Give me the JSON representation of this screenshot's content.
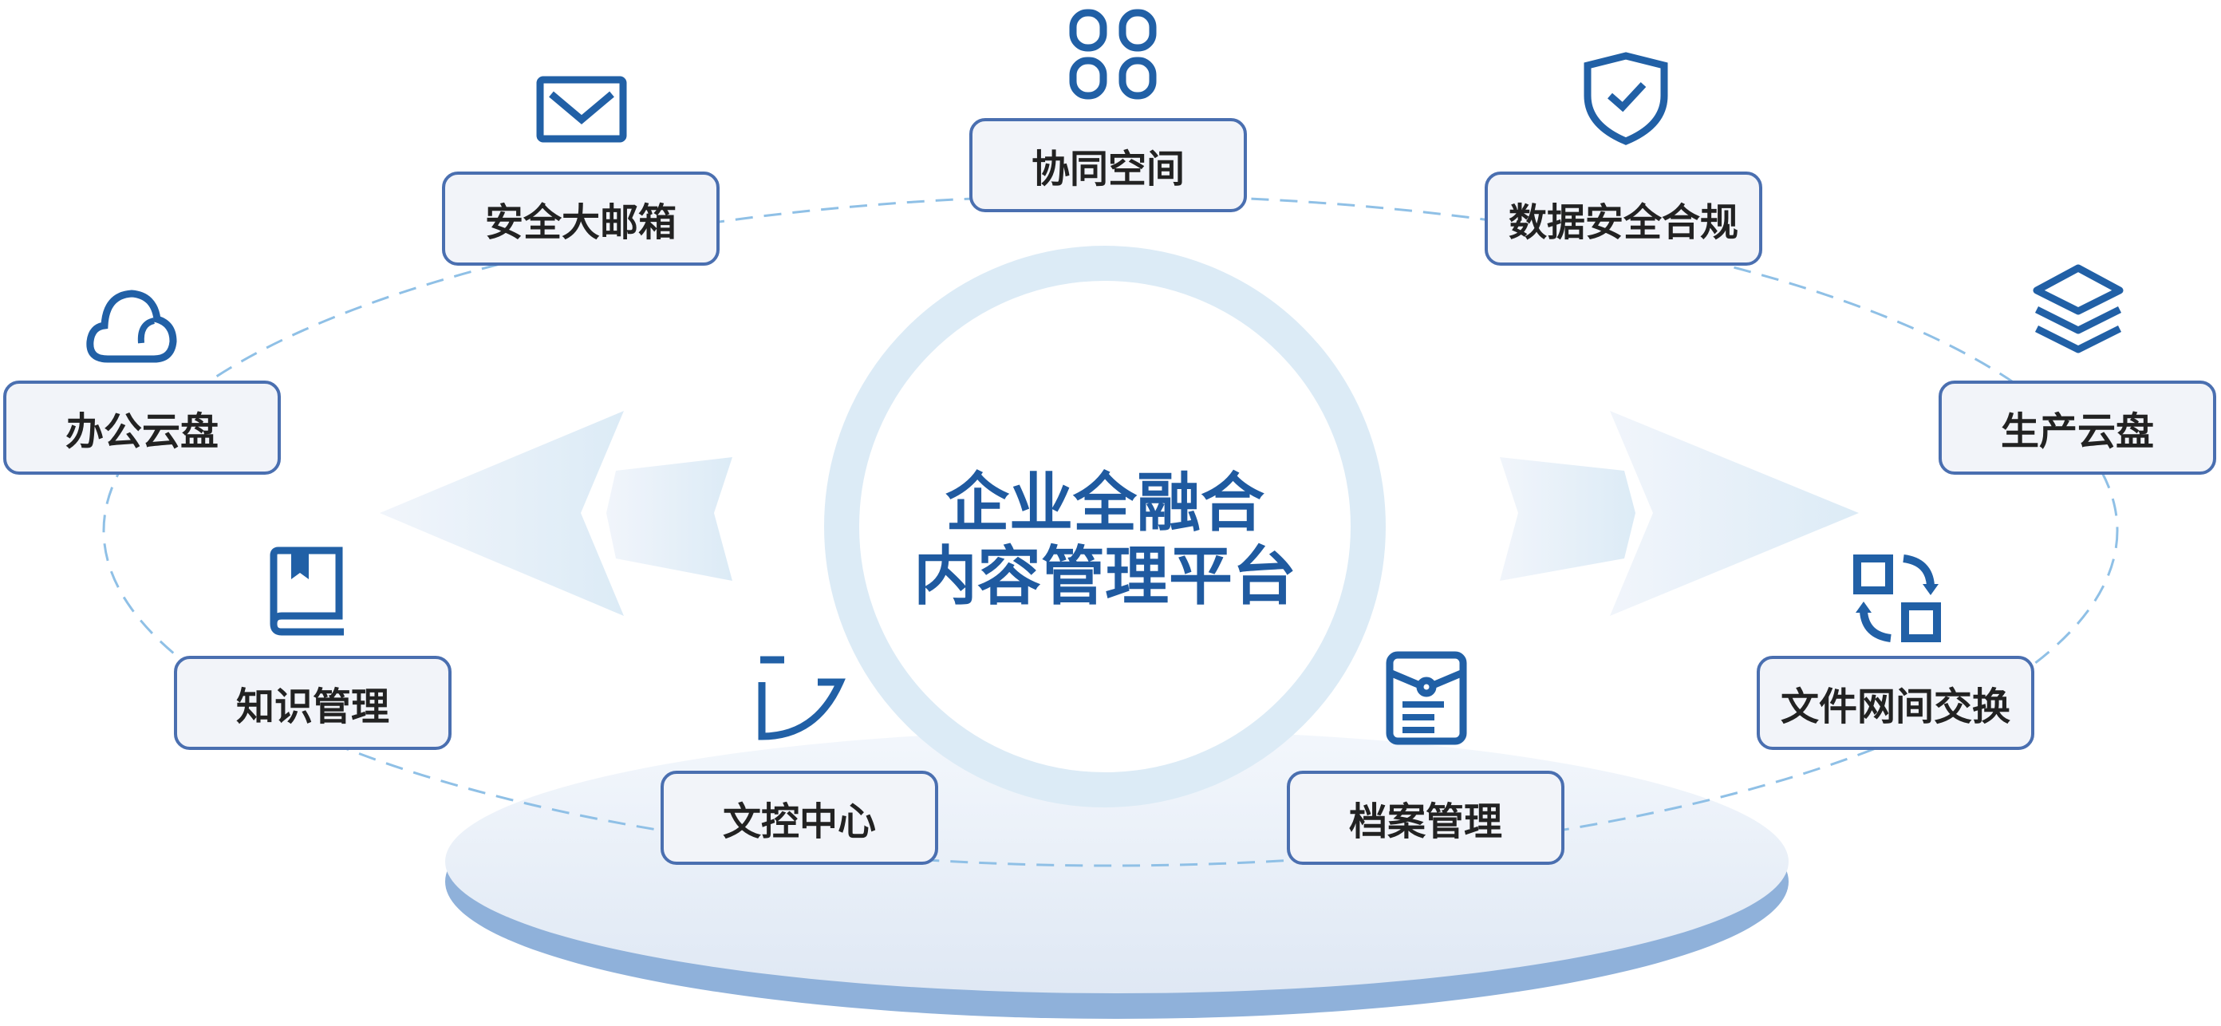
{
  "center": {
    "line1": "企业全融合",
    "line2": "内容管理平台"
  },
  "modules": [
    {
      "label": "协同空间",
      "icon": "apps-grid-icon"
    },
    {
      "label": "安全大邮箱",
      "icon": "mail-icon"
    },
    {
      "label": "数据安全合规",
      "icon": "shield-check-icon"
    },
    {
      "label": "办公云盘",
      "icon": "cloud-icon"
    },
    {
      "label": "生产云盘",
      "icon": "layers-icon"
    },
    {
      "label": "知识管理",
      "icon": "book-icon"
    },
    {
      "label": "文件网间交换",
      "icon": "exchange-icon"
    },
    {
      "label": "文控中心",
      "icon": "document-control-icon"
    },
    {
      "label": "档案管理",
      "icon": "archive-icon"
    }
  ],
  "colors": {
    "accent": "#1f5aa0",
    "icon": "#2160a6",
    "border": "#4a6fb0",
    "dash": "#8fc0e6",
    "ring": "#dcebf6"
  }
}
